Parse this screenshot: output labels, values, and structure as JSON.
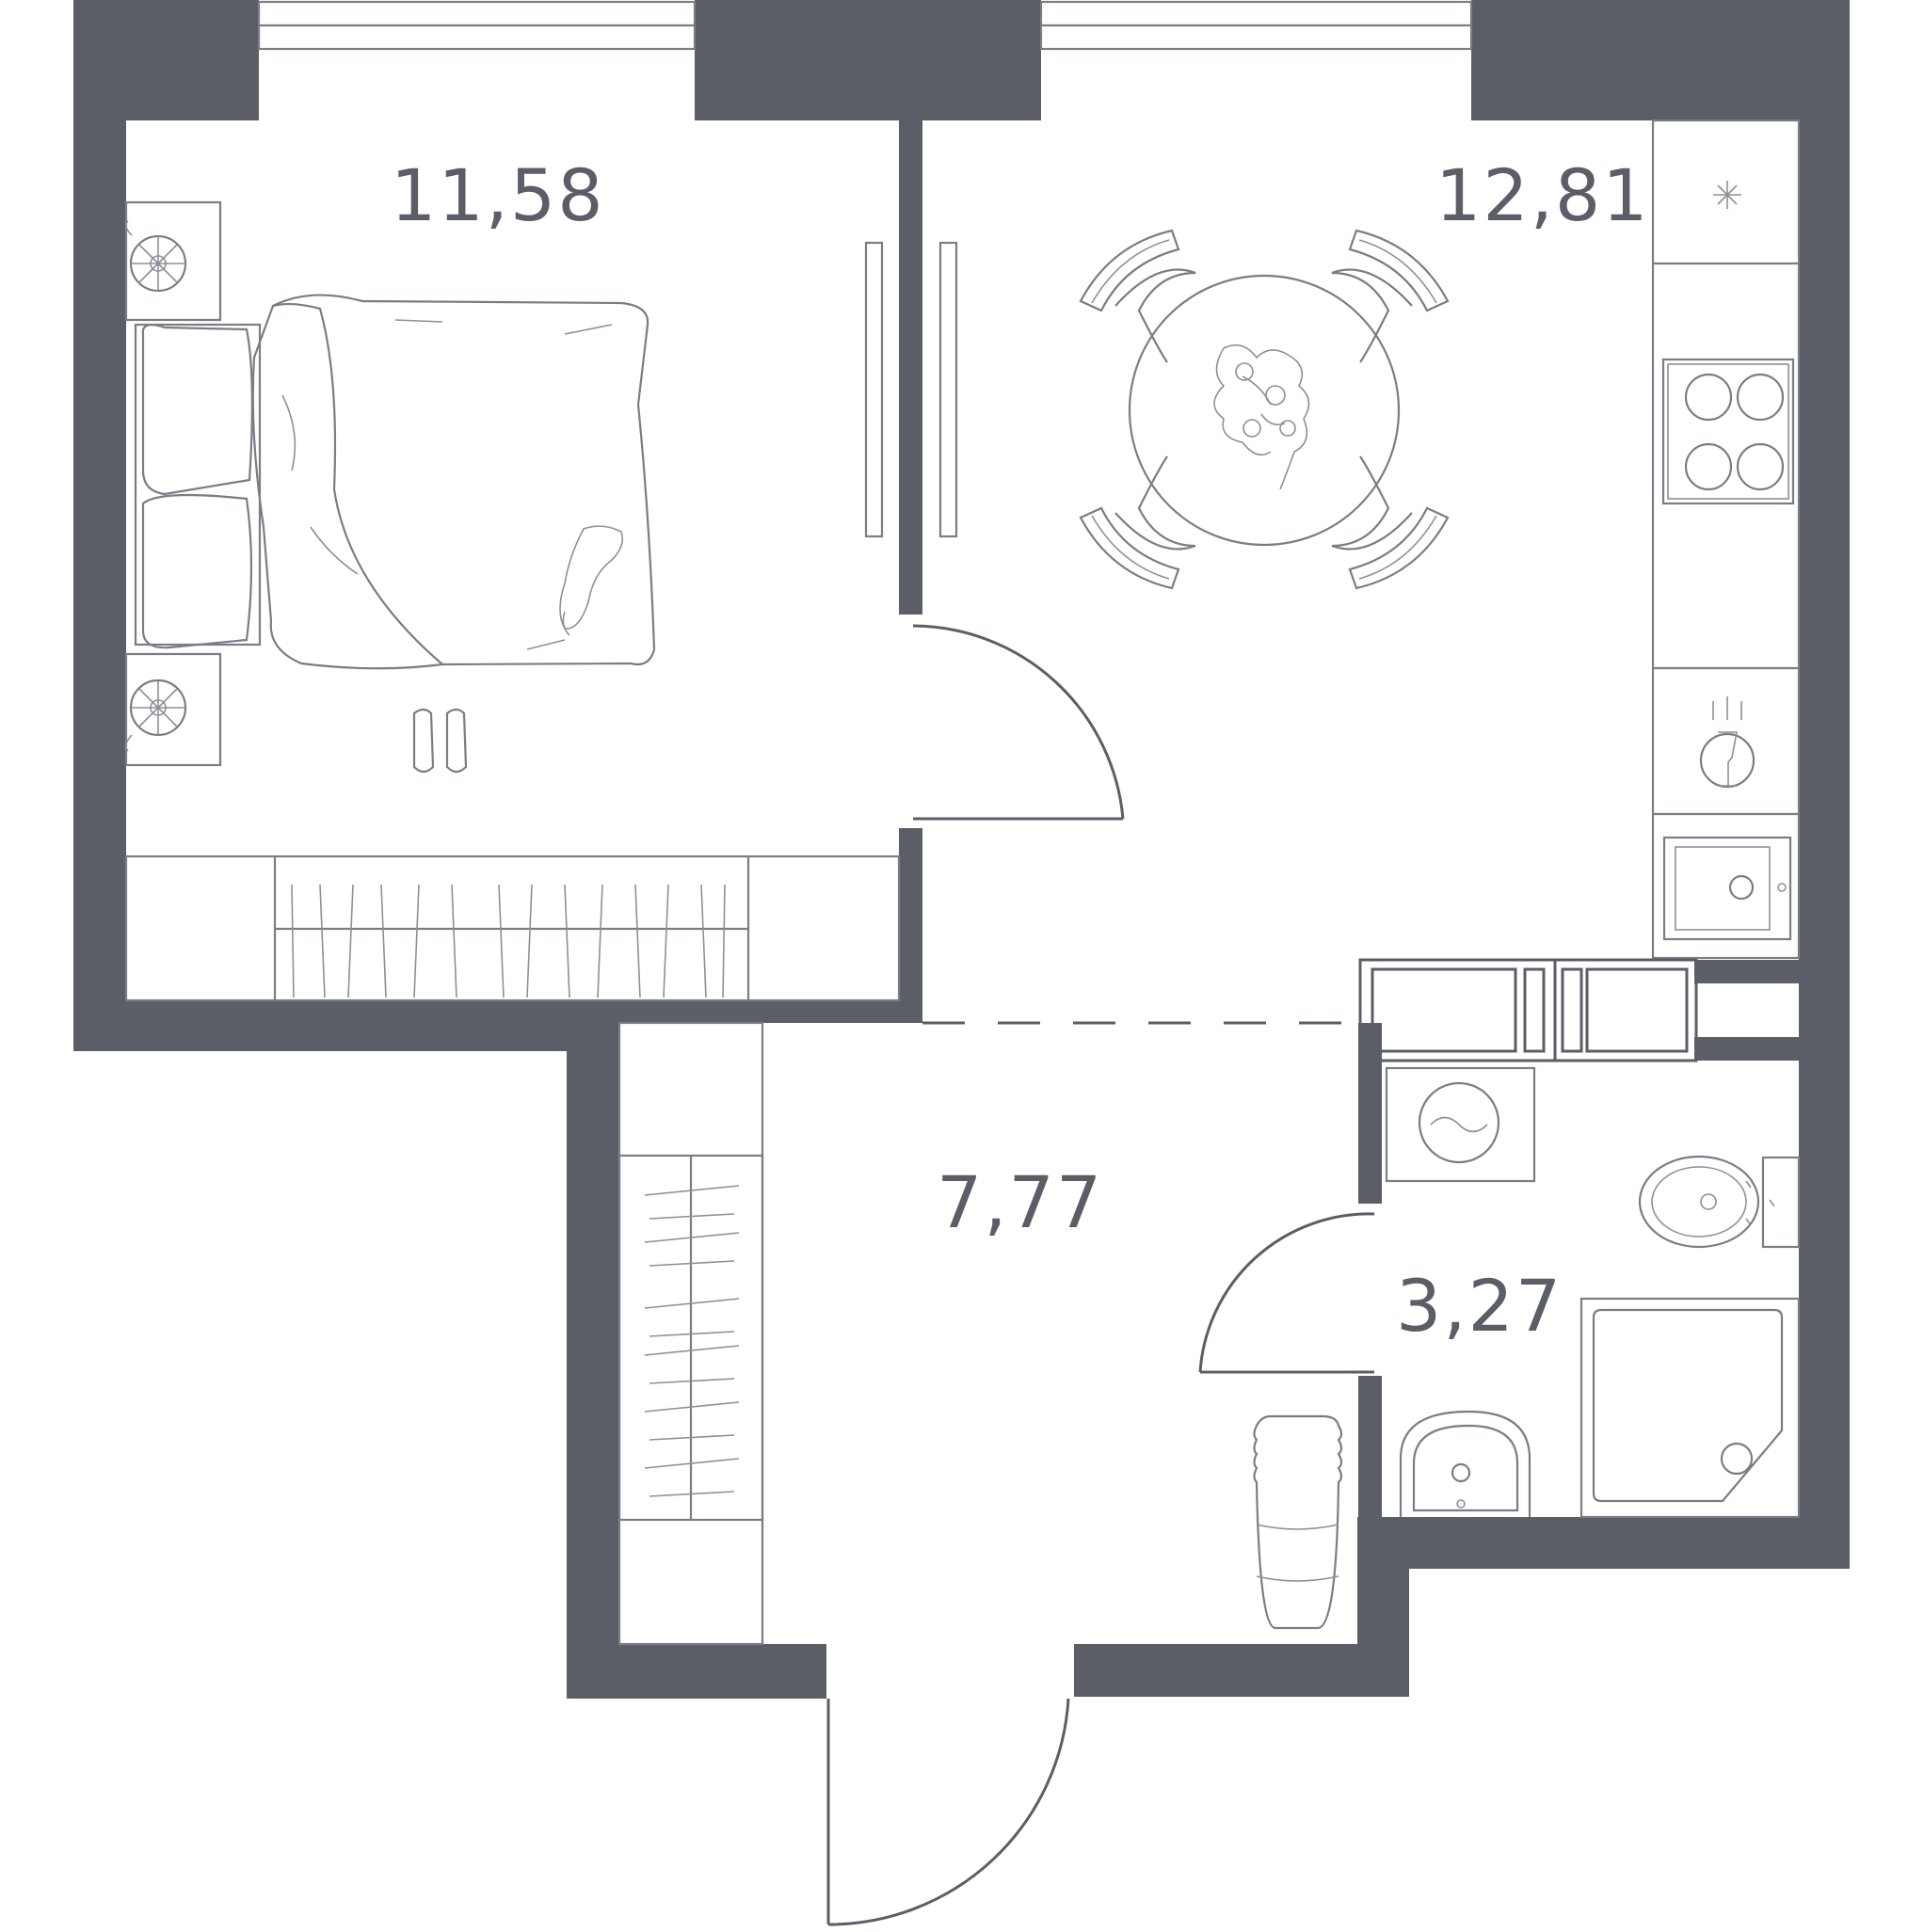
{
  "rooms": [
    {
      "id": "bedroom",
      "area": "11,58"
    },
    {
      "id": "kitchen-living",
      "area": "12,81"
    },
    {
      "id": "hallway",
      "area": "7,77"
    },
    {
      "id": "bathroom",
      "area": "3,27"
    }
  ],
  "colors": {
    "wall": "#5b5e66",
    "line": "#7a7d85",
    "background": "#ffffff"
  }
}
